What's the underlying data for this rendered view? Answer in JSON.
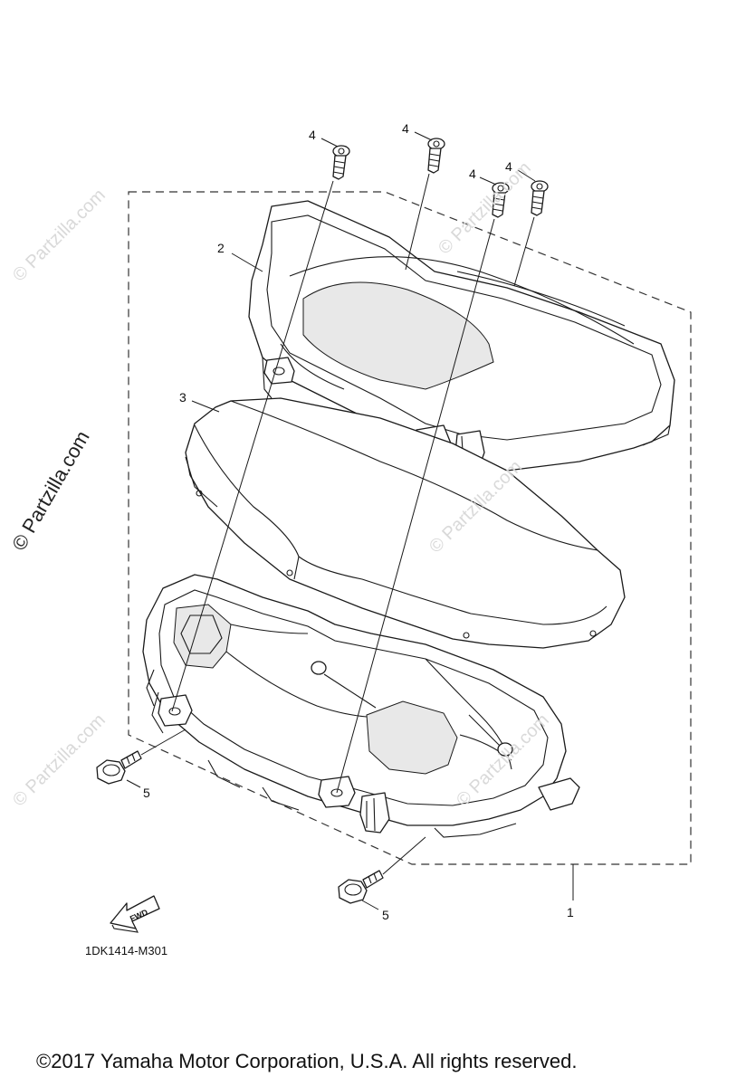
{
  "callouts": {
    "c1": "1",
    "c2": "2",
    "c3": "3",
    "c4a": "4",
    "c4b": "4",
    "c4c": "4",
    "c4d": "4",
    "c5a": "5",
    "c5b": "5"
  },
  "fwd_label": "FWD",
  "diagram_code": "1DK1414-M301",
  "copyright": "©2017  Yamaha Motor Corporation, U.S.A. All rights reserved.",
  "watermarks": {
    "main": "© Partzilla.com",
    "faint": "© Partzilla.com"
  }
}
